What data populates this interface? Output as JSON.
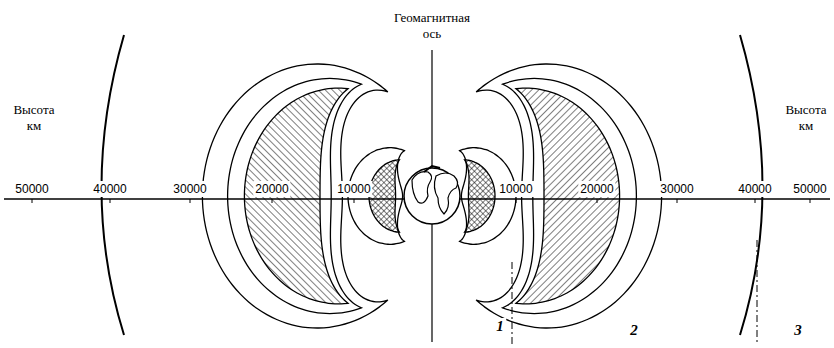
{
  "diagram": {
    "labels": [
      "Геомагнитная ось",
      "Высота км",
      "50000",
      "40000",
      "30000",
      "20000",
      "10000",
      "10000",
      "20000",
      "30000",
      "40000",
      "50000",
      "Высота км",
      "1",
      "2",
      "3"
    ]
  }
}
